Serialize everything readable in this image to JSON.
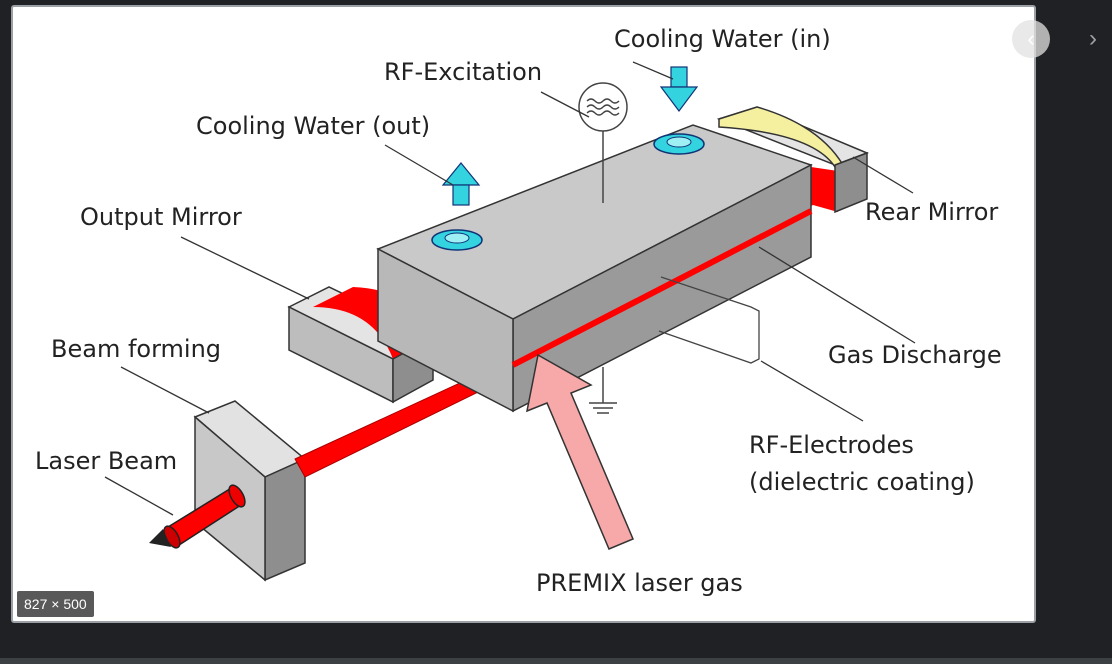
{
  "image": {
    "dimensions_badge": "827 × 500",
    "labels": {
      "rf_excitation": "RF-Excitation",
      "cooling_in": "Cooling Water (in)",
      "cooling_out": "Cooling Water (out)",
      "output_mirror": "Output Mirror",
      "rear_mirror": "Rear Mirror",
      "beam_forming": "Beam forming",
      "gas_discharge": "Gas Discharge",
      "laser_beam": "Laser Beam",
      "rf_electrodes_line1": "RF-Electrodes",
      "rf_electrodes_line2": "(dielectric coating)",
      "premix": "PREMIX laser gas"
    }
  },
  "nav": {
    "prev_icon": "chevron-left-icon",
    "next_icon": "chevron-right-icon"
  },
  "colors": {
    "page_bg": "#202124",
    "beam": "#ff0000",
    "block": "#c9c9c9",
    "water": "#33d4e0",
    "arrow": "#f7a8a8",
    "mirror": "#f5f0a0"
  }
}
